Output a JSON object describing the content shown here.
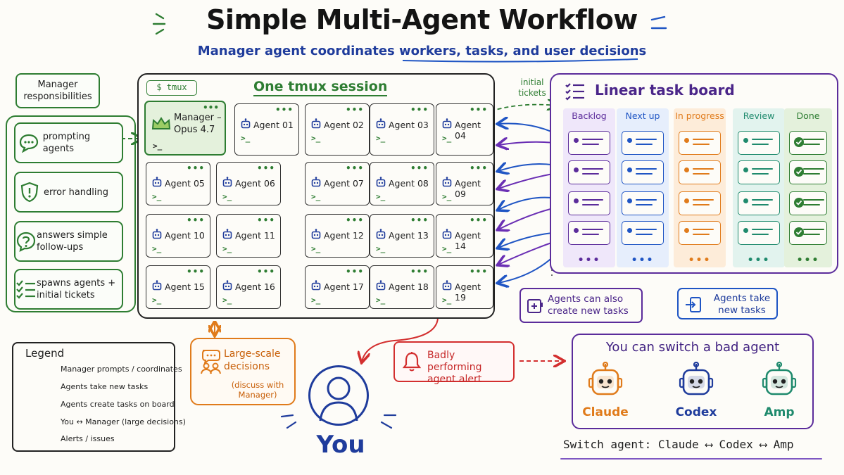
{
  "header": {
    "title": "Simple Multi-Agent Workflow",
    "subtitle": "Manager agent coordinates workers, tasks, and user decisions"
  },
  "responsibilities": {
    "title": "Manager responsibilities",
    "items": [
      {
        "label": "prompting agents",
        "icon": "speech-bubble-icon"
      },
      {
        "label": "error handling",
        "icon": "shield-alert-icon"
      },
      {
        "label": "answers simple follow-ups",
        "icon": "question-bubble-icon"
      },
      {
        "label": "spawns agents + initial tickets",
        "icon": "checklist-icon"
      }
    ]
  },
  "tmux": {
    "tag": "$ tmux",
    "title": "One tmux session",
    "manager": {
      "name": "Manager – Opus 4.7",
      "prompt": ">_",
      "icon": "crown-icon"
    },
    "agents": [
      "Agent 01",
      "Agent 02",
      "Agent 03",
      "Agent 04",
      "Agent 05",
      "Agent 06",
      "Agent 07",
      "Agent 08",
      "Agent 09",
      "Agent 10",
      "Agent 11",
      "Agent 12",
      "Agent 13",
      "Agent 14",
      "Agent 15",
      "Agent 16",
      "Agent 17",
      "Agent 18",
      "Agent 19"
    ],
    "prompt": ">_",
    "dots": "•••"
  },
  "initial_tickets_label": "initial tickets",
  "board": {
    "title": "Linear task board",
    "columns": [
      {
        "name": "Backlog",
        "color": "#5b2c9b",
        "fill": "#efe7fa",
        "card_style": "dot"
      },
      {
        "name": "Next up",
        "color": "#1f55c4",
        "fill": "#e6eefc",
        "card_style": "dot"
      },
      {
        "name": "In progress",
        "color": "#e07b1b",
        "fill": "#fdecd9",
        "card_style": "dot"
      },
      {
        "name": "Review",
        "color": "#1f8a6d",
        "fill": "#e2f3ee",
        "card_style": "dot"
      },
      {
        "name": "Done",
        "color": "#2e7d32",
        "fill": "#e4f1dc",
        "card_style": "check"
      }
    ],
    "more": "•••"
  },
  "notes": {
    "create": "Agents can also create new tasks",
    "take": "Agents take new tasks"
  },
  "legend": {
    "title": "Legend",
    "items": [
      {
        "label": "Manager prompts / coordinates",
        "color": "#2e7d32",
        "style": "dashed"
      },
      {
        "label": "Agents take new tasks",
        "color": "#1f55c4",
        "style": "solid"
      },
      {
        "label": "Agents create tasks on board",
        "color": "#6a2fb4",
        "style": "solid"
      },
      {
        "label": "You ↔ Manager (large decisions)",
        "color": "#e07b1b",
        "style": "double"
      },
      {
        "label": "Alerts / issues",
        "color": "#d32f2f",
        "style": "dashed"
      }
    ]
  },
  "decisions": {
    "title": "Large-scale decisions",
    "sub": "(discuss with Manager)"
  },
  "you_label": "You",
  "alert": {
    "label": "Badly performing agent alert"
  },
  "switch": {
    "title": "You can switch a bad agent",
    "agents": [
      {
        "name": "Claude",
        "color": "#e07b1b"
      },
      {
        "name": "Codex",
        "color": "#1f3c9c"
      },
      {
        "name": "Amp",
        "color": "#1f8a6d"
      }
    ],
    "footer": "Switch agent: Claude ⟷ Codex ⟷ Amp"
  }
}
